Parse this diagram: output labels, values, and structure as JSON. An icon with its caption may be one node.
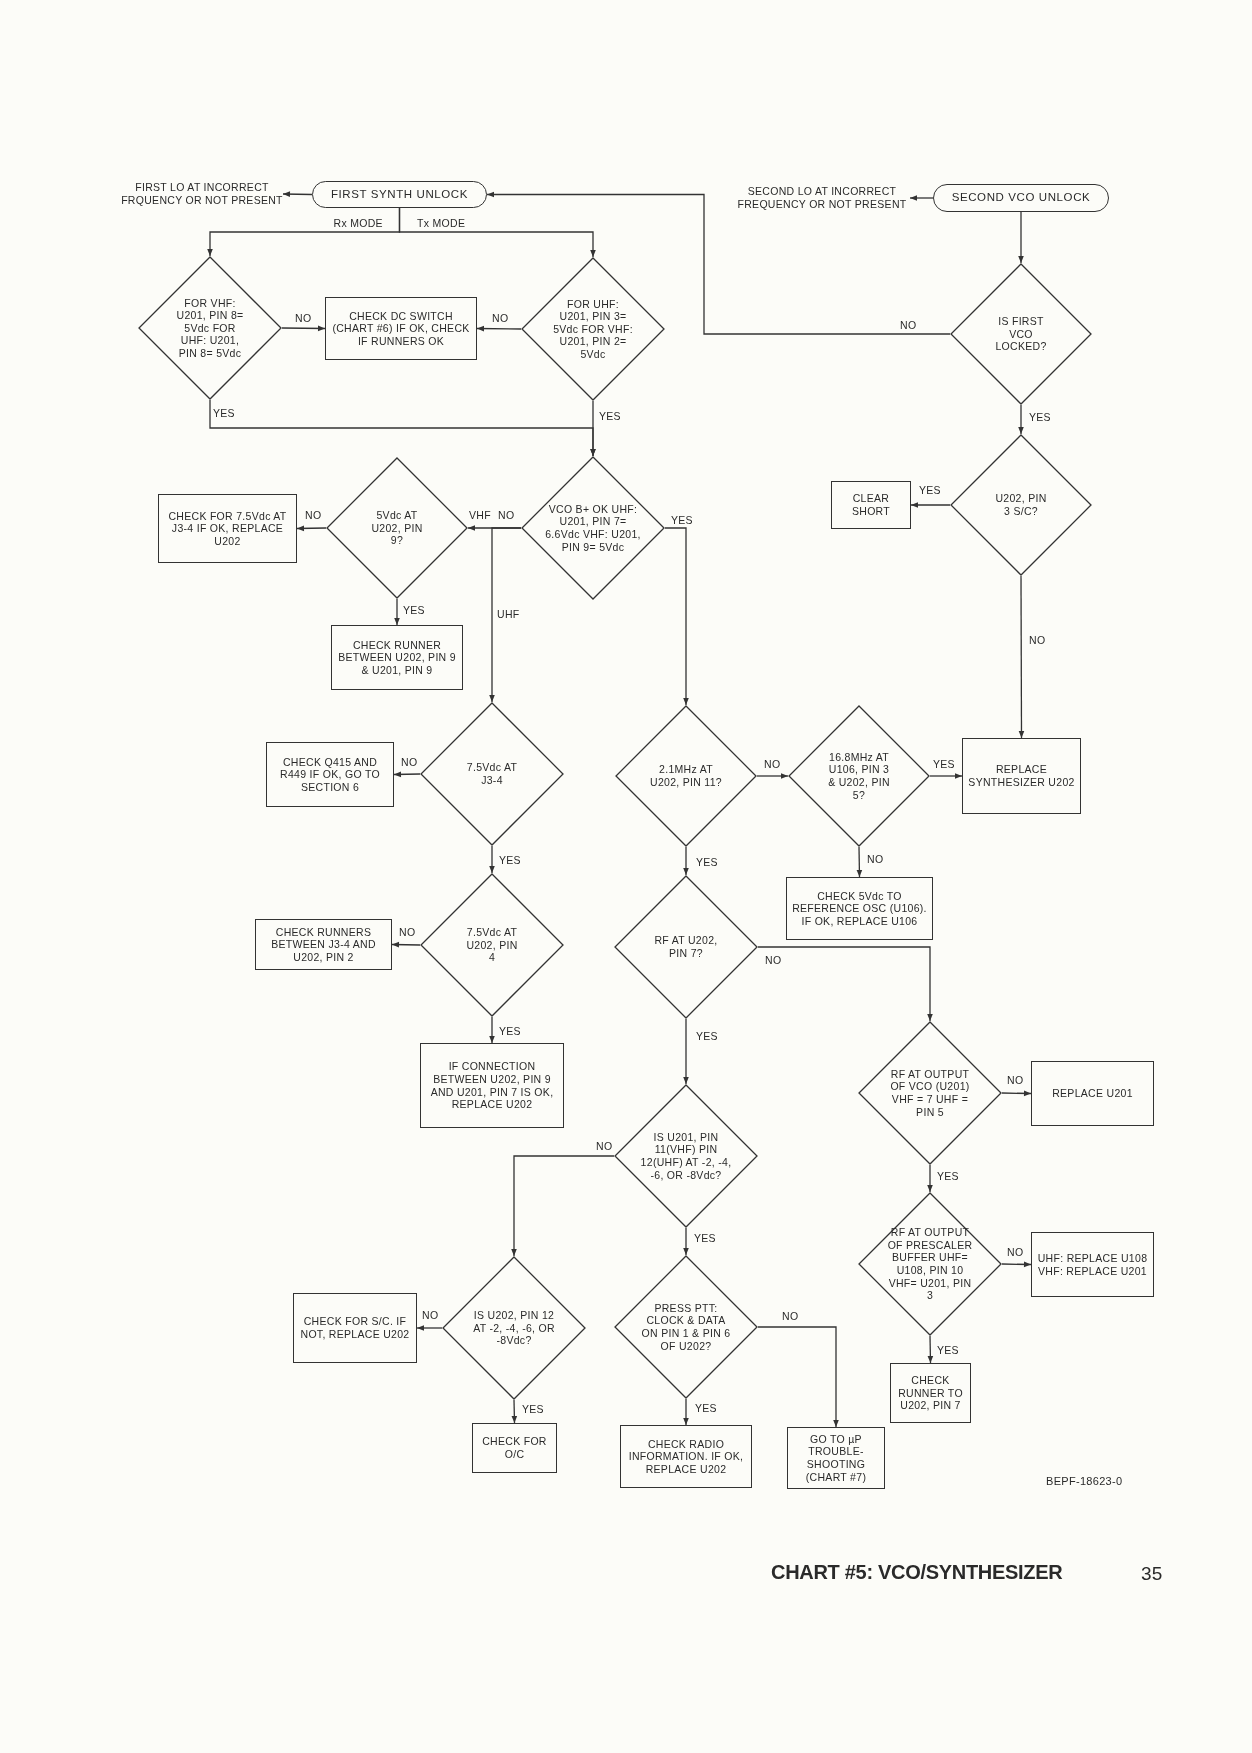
{
  "diagram": {
    "title": "CHART #5: VCO/SYNTHESIZER",
    "nodes": [
      {
        "text": [
          "FIRST LO AT INCORRECT FRQUENCY OR NOT PRESENT"
        ]
      },
      {
        "text": [
          "FIRST SYNTH UNLOCK"
        ]
      },
      {
        "text": [
          "SECOND LO AT INCORRECT FREQUENCY OR NOT PRESENT"
        ]
      },
      {
        "text": [
          "SECOND VCO UNLOCK"
        ]
      },
      {
        "text": [
          "FOR VHF: U201, PIN 8= 5Vdc FOR UHF: U201, PIN 8= 5Vdc"
        ]
      },
      {
        "text": [
          "CHECK DC SWITCH (CHART #6) IF OK, CHECK IF RUNNERS OK"
        ]
      },
      {
        "text": [
          "FOR UHF: U201, PIN 3= 5Vdc FOR VHF: U201, PIN 2= 5Vdc"
        ]
      },
      {
        "text": [
          "IS FIRST VCO LOCKED?"
        ]
      },
      {
        "text": [
          "VCO B+ OK UHF: U201, PIN 7= 6.6Vdc VHF: U201, PIN 9= 5Vdc"
        ]
      },
      {
        "text": [
          "5Vdc AT U202, PIN 9?"
        ]
      },
      {
        "text": [
          "CHECK FOR 7.5Vdc AT J3-4 IF OK, REPLACE U202"
        ]
      },
      {
        "text": [
          "CHECK RUNNER BETWEEN U202, PIN 9 & U201, PIN 9"
        ]
      },
      {
        "text": [
          "U202, PIN 3 S/C?"
        ]
      },
      {
        "text": [
          "CLEAR SHORT"
        ]
      },
      {
        "text": [
          "7.5Vdc AT J3-4"
        ]
      },
      {
        "text": [
          "CHECK Q415 AND R449 IF OK, GO TO SECTION 6"
        ]
      },
      {
        "text": [
          "2.1MHz AT U202, PIN 11?"
        ]
      },
      {
        "text": [
          "16.8MHz AT U106, PIN 3 & U202, PIN 5?"
        ]
      },
      {
        "text": [
          "REPLACE SYNTHESIZER U202"
        ]
      },
      {
        "text": [
          "CHECK 5Vdc TO REFERENCE OSC (U106). IF OK, REPLACE U106"
        ]
      },
      {
        "text": [
          "7.5Vdc AT U202, PIN 4"
        ]
      },
      {
        "text": [
          "CHECK RUNNERS BETWEEN J3-4 AND U202, PIN 2"
        ]
      },
      {
        "text": [
          "RF AT U202, PIN 7?"
        ]
      },
      {
        "text": [
          "IF CONNECTION BETWEEN U202, PIN 9 AND U201, PIN 7 IS OK, REPLACE U202"
        ]
      },
      {
        "text": [
          "RF AT OUTPUT OF VCO (U201) VHF = 7 UHF = PIN 5"
        ]
      },
      {
        "text": [
          "REPLACE U201"
        ]
      },
      {
        "text": [
          "IS U201, PIN 11(VHF) PIN 12(UHF) AT -2, -4, -6, OR -8Vdc?"
        ]
      },
      {
        "text": [
          "RF AT OUTPUT OF PRESCALER BUFFER UHF= U108, PIN 10 VHF= U201, PIN 3"
        ]
      },
      {
        "text": [
          "UHF: REPLACE U108 VHF: REPLACE U201"
        ]
      },
      {
        "text": [
          "IS U202, PIN 12 AT -2, -4, -6, OR -8Vdc?"
        ]
      },
      {
        "text": [
          "CHECK FOR S/C. IF NOT, REPLACE U202"
        ]
      },
      {
        "text": [
          "PRESS PTT: CLOCK & DATA ON PIN 1 & PIN 6 OF U202?"
        ]
      },
      {
        "text": [
          "CHECK RUNNER TO U202, PIN 7"
        ]
      },
      {
        "text": [
          "CHECK FOR O/C"
        ]
      },
      {
        "text": [
          "CHECK RADIO INFORMATION. IF OK, REPLACE U202"
        ]
      },
      {
        "text": [
          "GO TO µP TROUBLE-SHOOTING (CHART #7)"
        ]
      }
    ],
    "edges": [
      {
        "from": 1,
        "to": 0,
        "arrow": "to"
      },
      {
        "from": 1,
        "to": 4,
        "arrow": "to",
        "label": "Rx MODE"
      },
      {
        "from": 1,
        "to": 6,
        "arrow": "to",
        "label": "Tx MODE"
      },
      {
        "from": 4,
        "to": 5,
        "arrow": "to",
        "label": "NO"
      },
      {
        "from": 6,
        "to": 5,
        "arrow": "to",
        "label": "NO"
      },
      {
        "from": 4,
        "to": 8,
        "arrow": "to",
        "label": "YES"
      },
      {
        "from": 6,
        "to": 8,
        "arrow": "to",
        "label": "YES"
      },
      {
        "from": 3,
        "to": 2,
        "arrow": "to"
      },
      {
        "from": 3,
        "to": 7,
        "arrow": "to"
      },
      {
        "from": 7,
        "to": 1,
        "arrow": "to",
        "label": "NO"
      },
      {
        "from": 7,
        "to": 12,
        "arrow": "to",
        "label": "YES"
      },
      {
        "from": 12,
        "to": 13,
        "arrow": "to",
        "label": "YES"
      },
      {
        "from": 12,
        "to": 18,
        "arrow": "to",
        "label": "NO"
      },
      {
        "from": 8,
        "to": 9,
        "arrow": "to",
        "label": "VHF"
      },
      {
        "from": 8,
        "to": 14,
        "arrow": "to",
        "label": "UHF"
      },
      {
        "from": 9,
        "to": 10,
        "arrow": "to",
        "label": "NO"
      },
      {
        "from": 9,
        "to": 11,
        "arrow": "to",
        "label": "YES"
      },
      {
        "from": 8,
        "to": 16,
        "arrow": "to",
        "label": "YES"
      },
      {
        "from": 14,
        "to": 15,
        "arrow": "to",
        "label": "NO"
      },
      {
        "from": 14,
        "to": 20,
        "arrow": "to",
        "label": "YES"
      },
      {
        "from": 20,
        "to": 21,
        "arrow": "to",
        "label": "NO"
      },
      {
        "from": 20,
        "to": 23,
        "arrow": "to",
        "label": "YES"
      },
      {
        "from": 16,
        "to": 17,
        "arrow": "to",
        "label": "NO"
      },
      {
        "from": 16,
        "to": 22,
        "arrow": "to",
        "label": "YES"
      },
      {
        "from": 17,
        "to": 18,
        "arrow": "to",
        "label": "YES"
      },
      {
        "from": 17,
        "to": 19,
        "arrow": "to",
        "label": "NO"
      },
      {
        "from": 22,
        "to": 24,
        "arrow": "to",
        "label": "NO"
      },
      {
        "from": 22,
        "to": 26,
        "arrow": "to",
        "label": "YES"
      },
      {
        "from": 24,
        "to": 25,
        "arrow": "to",
        "label": "NO"
      },
      {
        "from": 24,
        "to": 27,
        "arrow": "to",
        "label": "YES"
      },
      {
        "from": 27,
        "to": 28,
        "arrow": "to",
        "label": "NO"
      },
      {
        "from": 27,
        "to": 32,
        "arrow": "to",
        "label": "YES"
      },
      {
        "from": 26,
        "to": 29,
        "arrow": "to",
        "label": "NO"
      },
      {
        "from": 26,
        "to": 31,
        "arrow": "to",
        "label": "YES"
      },
      {
        "from": 29,
        "to": 30,
        "arrow": "to",
        "label": "NO"
      },
      {
        "from": 29,
        "to": 33,
        "arrow": "to",
        "label": "YES"
      },
      {
        "from": 31,
        "to": 34,
        "arrow": "to",
        "label": "YES"
      },
      {
        "from": 31,
        "to": 35,
        "arrow": "to",
        "label": "NO"
      }
    ],
    "labels": [
      "NO",
      "BEPF-18623-0",
      "35"
    ]
  }
}
